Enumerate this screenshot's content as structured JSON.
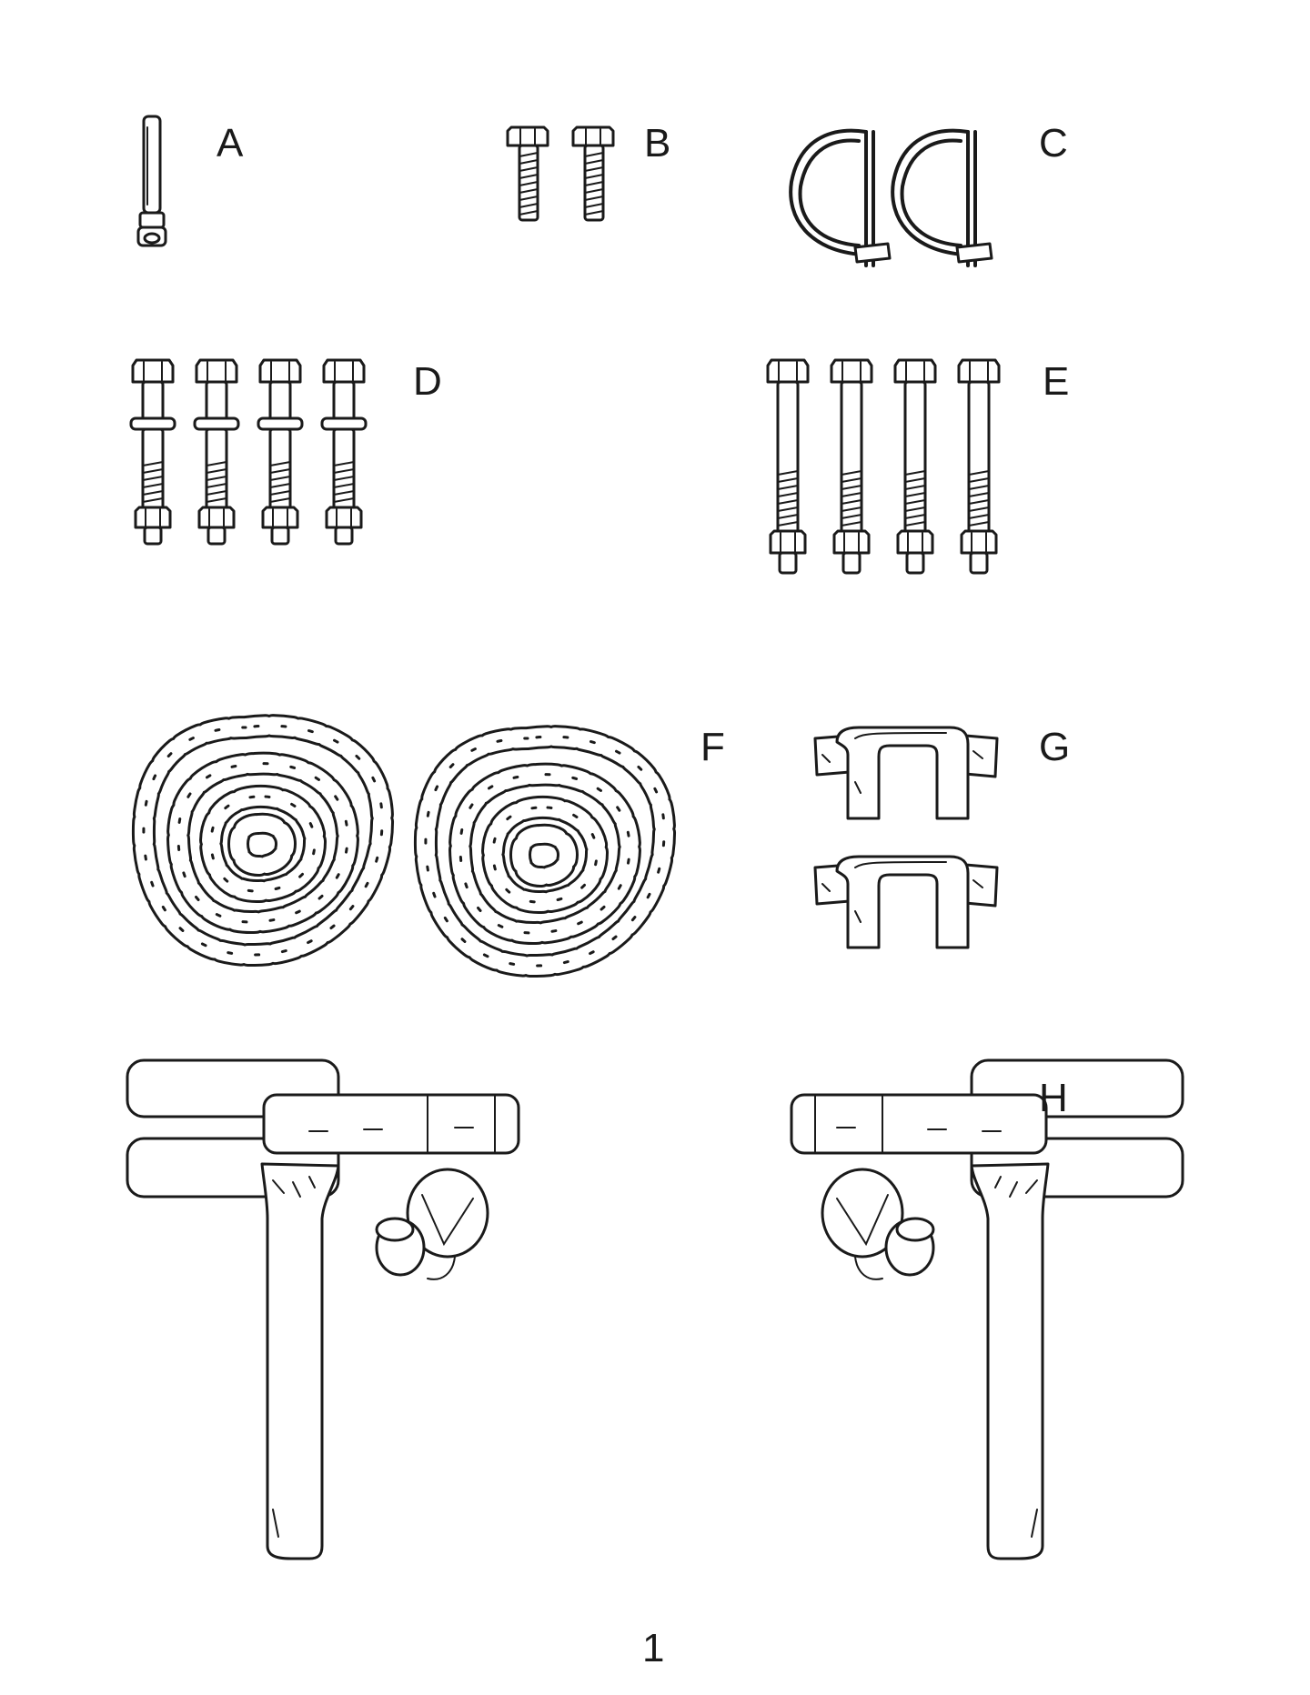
{
  "parts": [
    {
      "label": "A",
      "icon": "pin-with-nut-icon"
    },
    {
      "label": "B",
      "icon": "short-bolt-icon"
    },
    {
      "label": "C",
      "icon": "d-ring-lynch-pin-icon"
    },
    {
      "label": "D",
      "icon": "bolt-washer-nut-icon"
    },
    {
      "label": "E",
      "icon": "long-bolt-nut-icon"
    },
    {
      "label": "F",
      "icon": "coiled-chain-icon"
    },
    {
      "label": "G",
      "icon": "u-bracket-icon"
    },
    {
      "label": "H",
      "icon": "t-handle-bracket-icon"
    }
  ],
  "page_number": "1"
}
